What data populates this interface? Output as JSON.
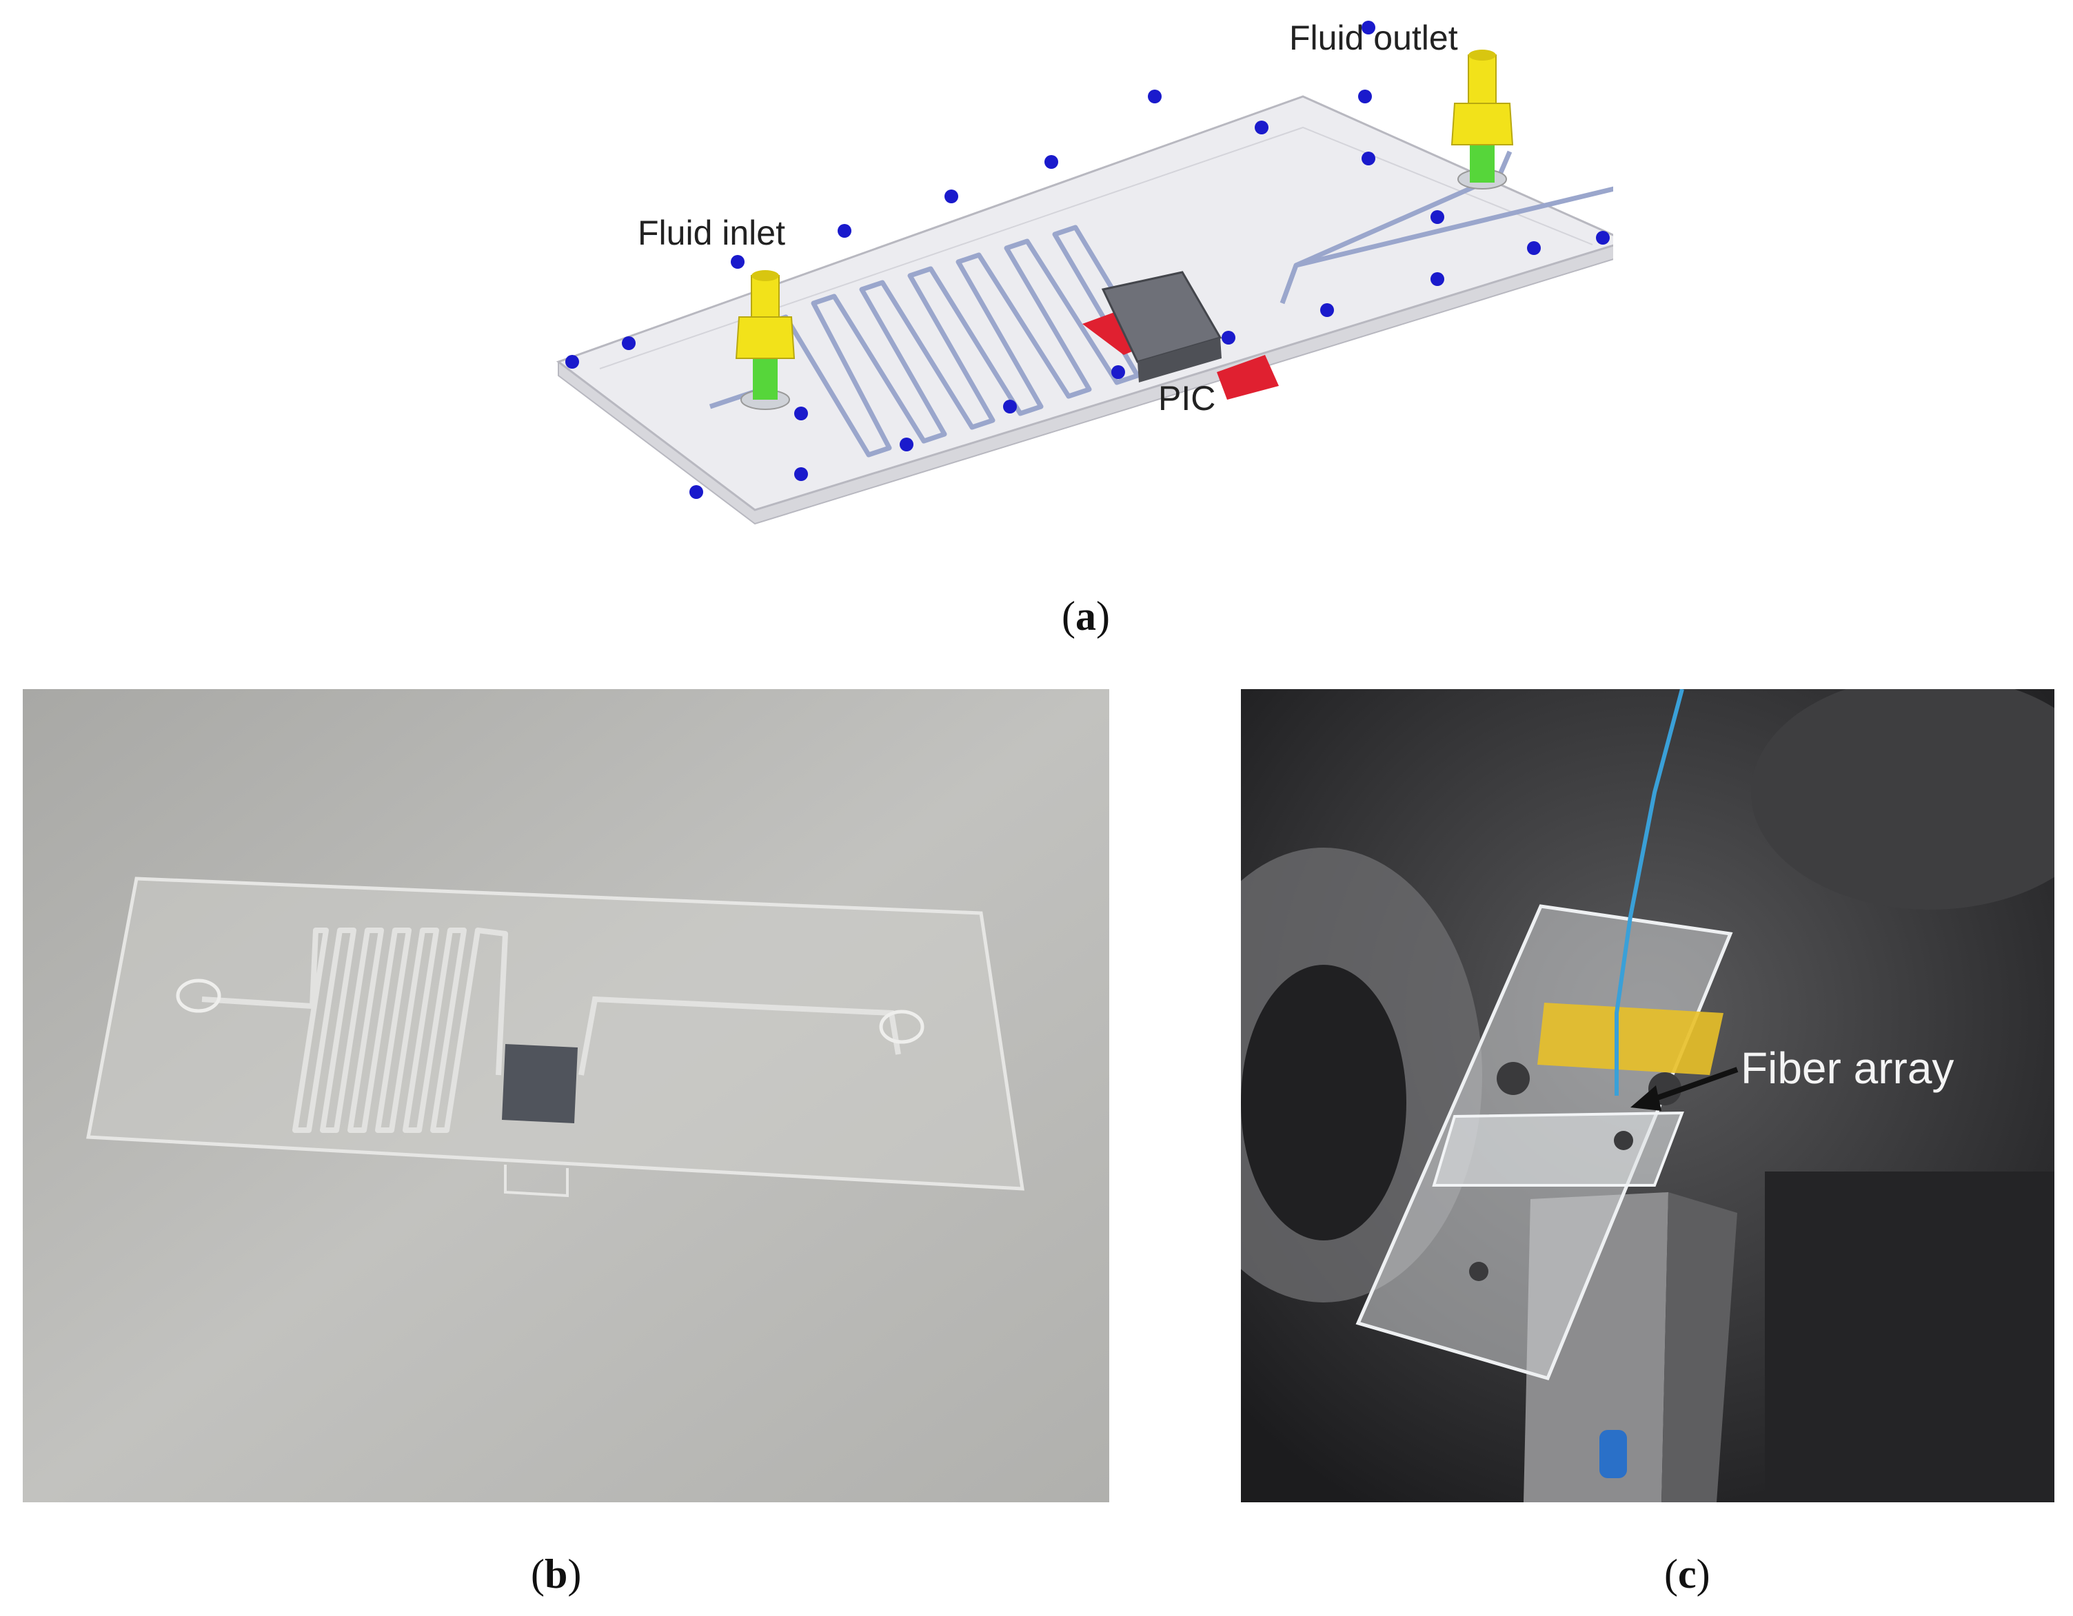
{
  "figure": {
    "panel_a": {
      "labels": {
        "fluid_inlet": "Fluid inlet",
        "fluid_outlet": "Fluid outlet",
        "pic": "PIC"
      },
      "caption_letter": "a"
    },
    "panel_b": {
      "caption_letter": "b"
    },
    "panel_c": {
      "labels": {
        "fiber_array": "Fiber array"
      },
      "caption_letter": "c"
    }
  },
  "colors": {
    "plate": "#ececf0",
    "plate_edge": "#b8b8c0",
    "screw_dot": "#1a1acc",
    "connector": "#f2e21a",
    "connector_base": "#56d63a",
    "channel": "#9aa6cc",
    "chip": "#6e7078",
    "clamp": "#e02030",
    "photo_bg_b": "#b9b9b5",
    "photo_bg_c": "#2a2a2c"
  }
}
